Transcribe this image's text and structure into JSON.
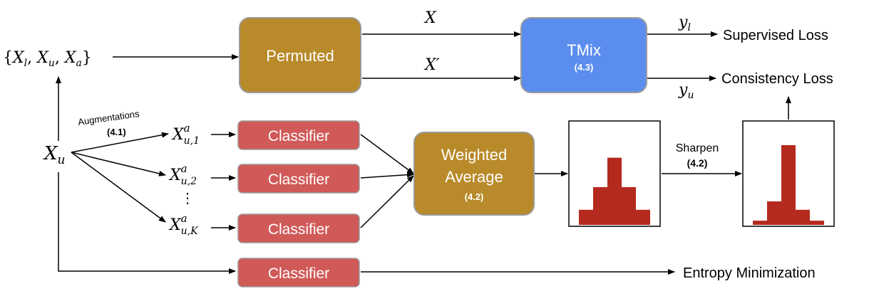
{
  "colors": {
    "gold": "#b88a2a",
    "gold_border": "#9a9a9a",
    "blue": "#5b8def",
    "red_box": "#d05a58",
    "histogram": "#b52a1e"
  },
  "inputs": {
    "set_label": "{X_l, X_u, X_a}",
    "set_parts": [
      "{",
      "X",
      "l",
      ", ",
      "X",
      "u",
      ", ",
      "X",
      "a",
      "}"
    ],
    "xu_label": "X",
    "xu_sub": "u"
  },
  "augment": {
    "label": "Augmentations",
    "ref": "(4.1)",
    "items": [
      {
        "base": "X",
        "sup": "a",
        "sub": "u,1"
      },
      {
        "base": "X",
        "sup": "a",
        "sub": "u,2"
      },
      {
        "base": "X",
        "sup": "a",
        "sub": "u,K"
      }
    ],
    "ellipsis": "⋮"
  },
  "boxes": {
    "permuted": "Permuted",
    "tmix": "TMix",
    "tmix_ref": "(4.3)",
    "classifier": "Classifier",
    "weighted_line1": "Weighted",
    "weighted_line2": "Average",
    "weighted_ref": "(4.2)"
  },
  "edges": {
    "x_label": "X",
    "x_prime_label": "X′",
    "yl_base": "y",
    "yl_sub": "l",
    "yu_base": "y",
    "yu_sub": "u",
    "sharpen": "Sharpen",
    "sharpen_ref": "(4.2)"
  },
  "outputs": {
    "supervised": "Supervised Loss",
    "consistency": "Consistency Loss",
    "entropy": "Entropy Minimization"
  },
  "histograms": {
    "before": [
      0.18,
      0.45,
      0.8,
      0.45,
      0.18
    ],
    "after": [
      0.05,
      0.28,
      0.95,
      0.18,
      0.05
    ]
  }
}
